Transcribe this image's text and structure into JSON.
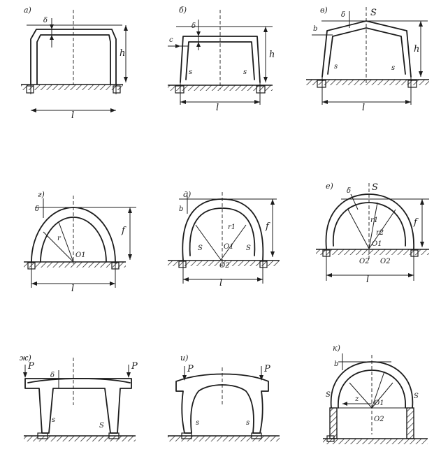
{
  "panels": [
    {
      "tag": "а)",
      "labels": {
        "l": "l",
        "h": "h",
        "d": "δ"
      }
    },
    {
      "tag": "б)",
      "labels": {
        "l": "l",
        "h": "h",
        "d": "δ",
        "c": "c",
        "s1": "s",
        "s2": "s"
      }
    },
    {
      "tag": "в)",
      "labels": {
        "l": "l",
        "h": "h",
        "d": "δ",
        "s_top": "S",
        "b": "b",
        "s1": "s",
        "s2": "s"
      }
    },
    {
      "tag": "г)",
      "labels": {
        "l": "l",
        "f": "f",
        "r": "r",
        "o": "O1",
        "d": "δ"
      }
    },
    {
      "tag": "д)",
      "labels": {
        "l": "l",
        "f": "f",
        "r1": "r1",
        "o1": "O1",
        "o2": "O2",
        "s1": "S",
        "s2": "S",
        "b": "b"
      }
    },
    {
      "tag": "е)",
      "labels": {
        "l": "l",
        "f": "f",
        "r1": "r1",
        "r2": "r2",
        "o1": "O1",
        "o2a": "O2",
        "o2b": "O2",
        "s_top": "S",
        "d": "δ"
      }
    },
    {
      "tag": "ж)",
      "labels": {
        "p1": "P",
        "p2": "P",
        "d": "δ",
        "s1": "s",
        "s2": "S"
      }
    },
    {
      "tag": "и)",
      "labels": {
        "p1": "P",
        "p2": "P",
        "s1": "s",
        "s2": "s"
      }
    },
    {
      "tag": "к)",
      "labels": {
        "b": "b",
        "z": "z",
        "o1": "O1",
        "o2": "O2",
        "s1": "S",
        "s2": "S"
      }
    }
  ]
}
